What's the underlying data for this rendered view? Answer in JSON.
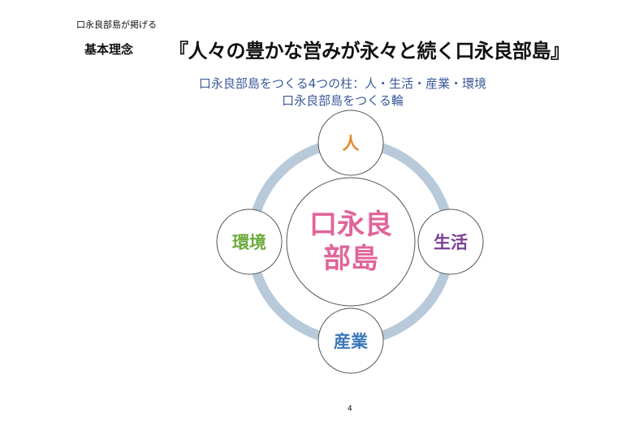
{
  "header": {
    "kicker": "口永良部島が掲げる",
    "label": "基本理念",
    "motto": "『人々の豊かな営みが永々と続く口永良部島』"
  },
  "subtitle": {
    "line1": "口永良部島をつくる4つの柱：人・生活・産業・環境",
    "line2": "口永良部島をつくる輪"
  },
  "diagram": {
    "center_line1": "口永良",
    "center_line2": "部島",
    "center_color": "#e0659a",
    "ring_color": "#b8cad9",
    "pillars": [
      {
        "label": "人",
        "color": "#e08a2a"
      },
      {
        "label": "生活",
        "color": "#7a3f95"
      },
      {
        "label": "産業",
        "color": "#3a78b8"
      },
      {
        "label": "環境",
        "color": "#6aab3e"
      }
    ]
  },
  "page_number": "4"
}
